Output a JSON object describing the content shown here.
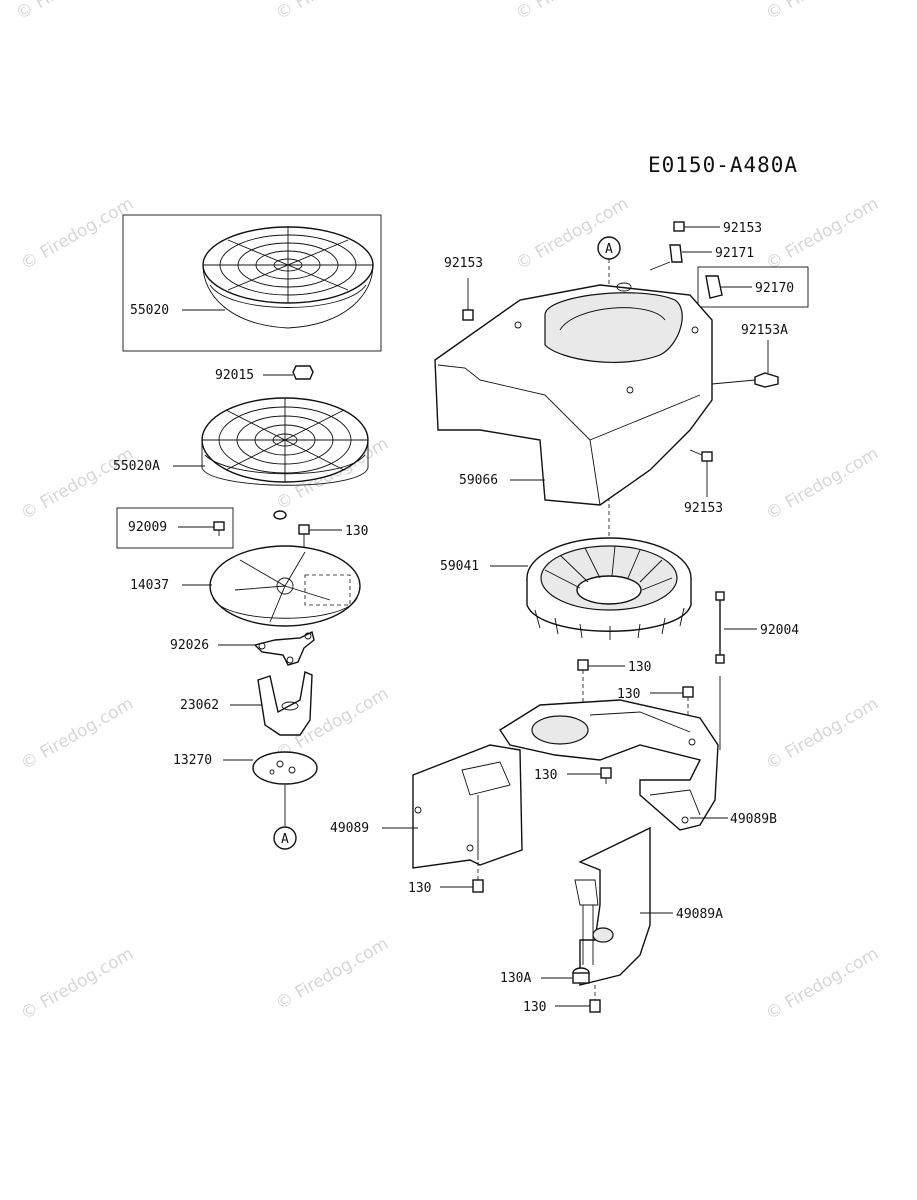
{
  "diagram": {
    "title": "E0150-A480A",
    "watermark": "© Firedog.com",
    "ref_marker": "A",
    "labels": {
      "p92153_top": "92153",
      "p92171": "92171",
      "p92170": "92170",
      "p92153_left": "92153",
      "p92153A": "92153A",
      "p55020": "55020",
      "p92015": "92015",
      "p55020A": "55020A",
      "p59066": "59066",
      "p92153_right": "92153",
      "p92009": "92009",
      "p130_a": "130",
      "p59041": "59041",
      "p14037": "14037",
      "p92004": "92004",
      "p92026": "92026",
      "p130_b": "130",
      "p130_c": "130",
      "p23062": "23062",
      "p130_d": "130",
      "p13270": "13270",
      "p49089B": "49089B",
      "p49089": "49089",
      "p130_e": "130",
      "p49089A": "49089A",
      "p130A": "130A",
      "p130_f": "130"
    }
  }
}
